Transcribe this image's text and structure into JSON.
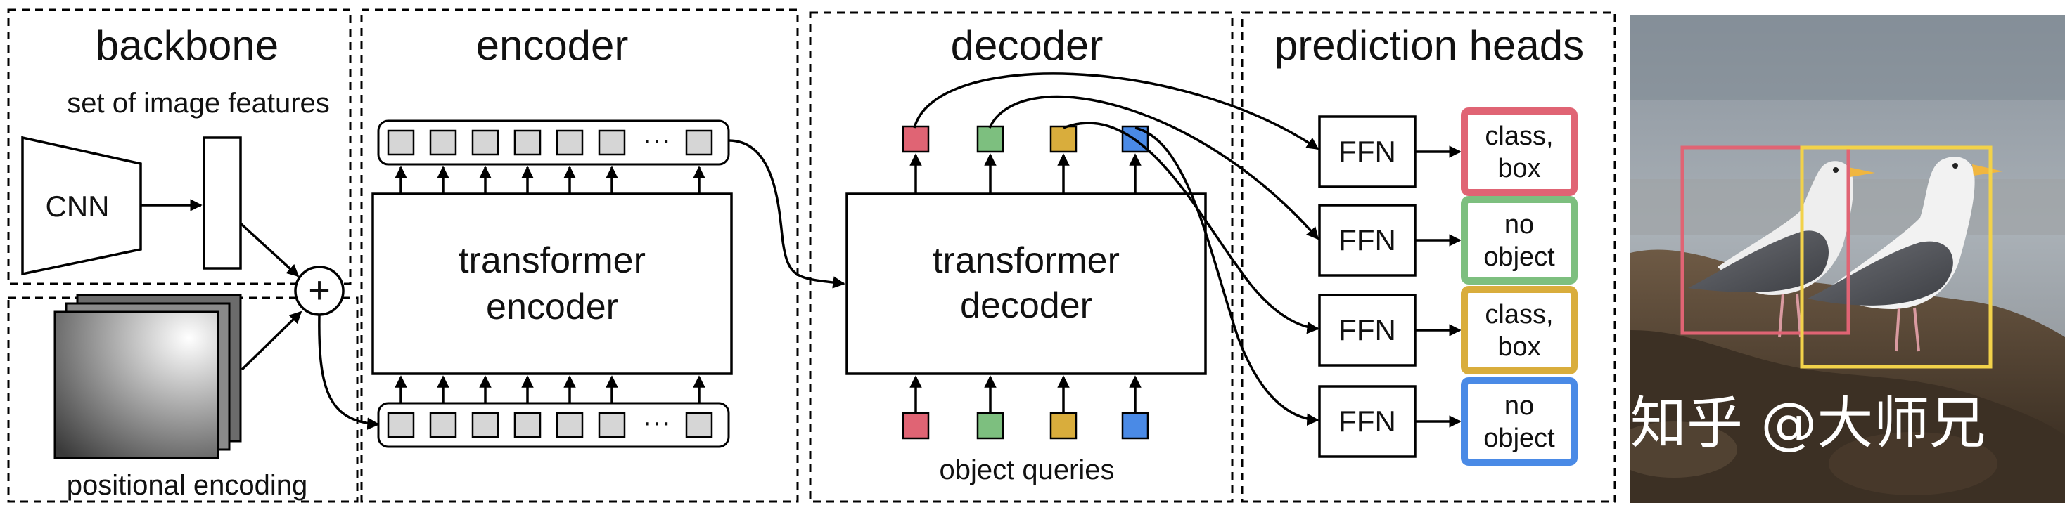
{
  "sections": {
    "backbone": "backbone",
    "encoder": "encoder",
    "decoder": "decoder",
    "heads": "prediction heads"
  },
  "backbone": {
    "features_label": "set of image features",
    "cnn_label": "CNN",
    "pos_label": "positional encoding",
    "plus_symbol": "+"
  },
  "encoder": {
    "block_line1": "transformer",
    "block_line2": "encoder",
    "ellipsis": "···"
  },
  "decoder": {
    "block_line1": "transformer",
    "block_line2": "decoder",
    "queries_label": "object queries",
    "query_colors": [
      "#e06474",
      "#7dbf7f",
      "#d9ad3c",
      "#4a8ae6"
    ]
  },
  "heads": {
    "ffn_label": "FFN",
    "outputs": [
      {
        "line1": "class,",
        "line2": "box",
        "color": "#e06474"
      },
      {
        "line1": "no",
        "line2": "object",
        "color": "#7dbf7f"
      },
      {
        "line1": "class,",
        "line2": "box",
        "color": "#d9ad3c"
      },
      {
        "line1": "no",
        "line2": "object",
        "color": "#4a8ae6"
      }
    ]
  },
  "photo": {
    "watermark": "知乎 @大师兄",
    "detection_colors": [
      "#e06474",
      "#f2d24a"
    ]
  }
}
